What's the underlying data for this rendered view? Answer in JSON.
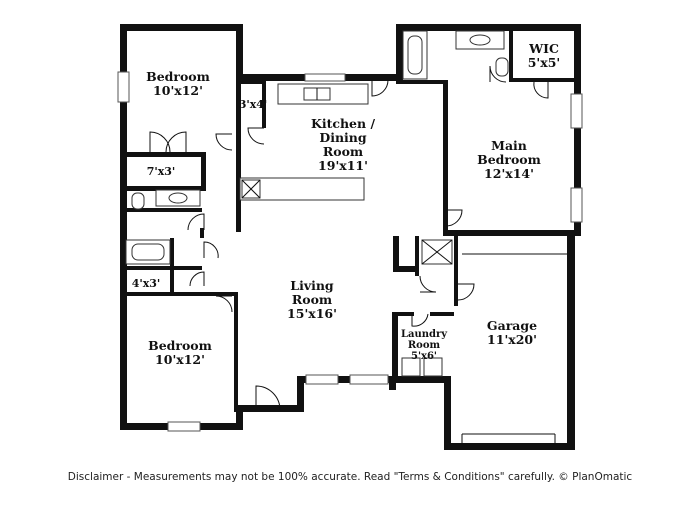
{
  "rooms": {
    "bedroom_top": {
      "name": "Bedroom",
      "size": "10'x12'"
    },
    "closet_top": {
      "size": "7'x3'"
    },
    "pantry": {
      "size": "3'x4'"
    },
    "kitchen": {
      "name_line1": "Kitchen /",
      "name_line2": "Dining",
      "name_line3": "Room",
      "size": "19'x11'"
    },
    "wic": {
      "name": "WIC",
      "size": "5'x5'"
    },
    "main_bedroom": {
      "name_line1": "Main",
      "name_line2": "Bedroom",
      "size": "12'x14'"
    },
    "closet_small": {
      "size": "4'x3'"
    },
    "living": {
      "name_line1": "Living",
      "name_line2": "Room",
      "size": "15'x16'"
    },
    "bedroom_bottom": {
      "name": "Bedroom",
      "size": "10'x12'"
    },
    "laundry": {
      "name_line1": "Laundry",
      "name_line2": "Room",
      "size": "5'x6'"
    },
    "garage": {
      "name": "Garage",
      "size": "11'x20'"
    }
  },
  "disclaimer": "Disclaimer - Measurements may not be 100% accurate. Read \"Terms & Conditions\" carefully. © PlanOmatic"
}
